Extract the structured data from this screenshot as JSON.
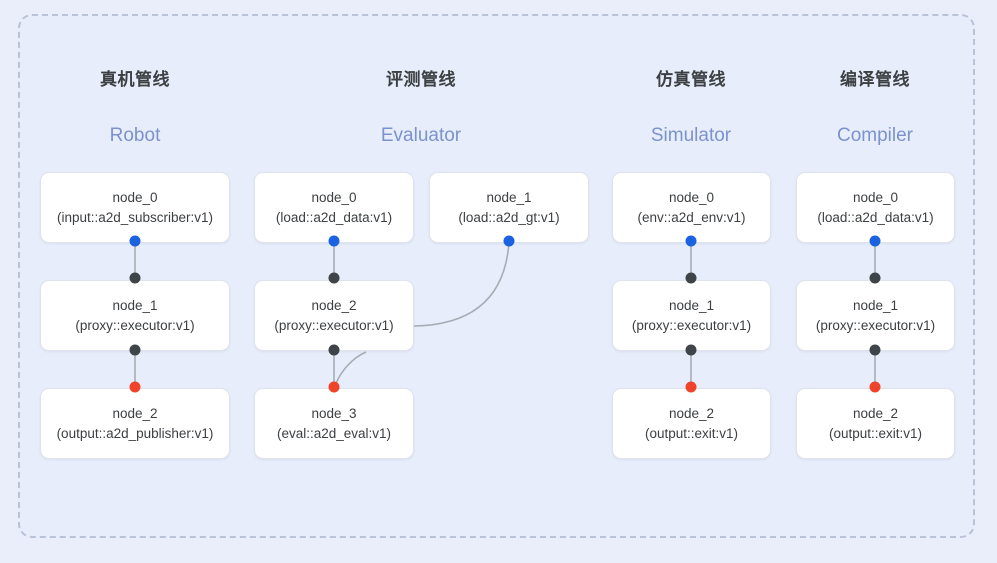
{
  "diagram": {
    "background_color": "#e9eefa",
    "frame_color": "#b9c2d6",
    "port_colors": {
      "output": "#1a62e0",
      "input": "#3f4448",
      "terminal": "#f0432b"
    },
    "edge_color": "#9aa0a6"
  },
  "columns": [
    {
      "title_cn": "真机管线",
      "title_en": "Robot",
      "nodes": [
        {
          "name": "node_0",
          "type": "(input::a2d_subscriber:v1)"
        },
        {
          "name": "node_1",
          "type": "(proxy::executor:v1)"
        },
        {
          "name": "node_2",
          "type": "(output::a2d_publisher:v1)"
        }
      ]
    },
    {
      "title_cn": "评测管线",
      "title_en": "Evaluator",
      "nodes": [
        {
          "name": "node_0",
          "type": "(load::a2d_data:v1)"
        },
        {
          "name": "node_1",
          "type": "(load::a2d_gt:v1)"
        },
        {
          "name": "node_2",
          "type": "(proxy::executor:v1)"
        },
        {
          "name": "node_3",
          "type": "(eval::a2d_eval:v1)"
        }
      ]
    },
    {
      "title_cn": "仿真管线",
      "title_en": "Simulator",
      "nodes": [
        {
          "name": "node_0",
          "type": "(env::a2d_env:v1)"
        },
        {
          "name": "node_1",
          "type": "(proxy::executor:v1)"
        },
        {
          "name": "node_2",
          "type": "(output::exit:v1)"
        }
      ]
    },
    {
      "title_cn": "编译管线",
      "title_en": "Compiler",
      "nodes": [
        {
          "name": "node_0",
          "type": "(load::a2d_data:v1)"
        },
        {
          "name": "node_1",
          "type": "(proxy::executor:v1)"
        },
        {
          "name": "node_2",
          "type": "(output::exit:v1)"
        }
      ]
    }
  ]
}
